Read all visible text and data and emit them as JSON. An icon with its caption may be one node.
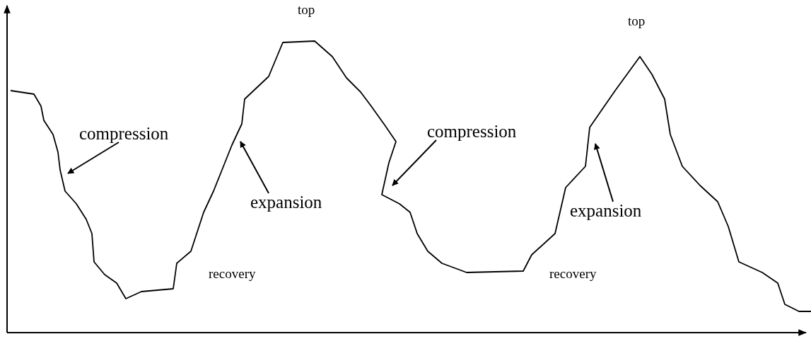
{
  "diagram": {
    "nodes": [
      {
        "text": [
          "compression"
        ]
      },
      {
        "text": [
          "expansion"
        ]
      },
      {
        "text": [
          "compression"
        ]
      },
      {
        "text": [
          "expansion"
        ]
      }
    ],
    "edges": [
      {
        "from": 0,
        "to": null,
        "arrow": "to"
      },
      {
        "from": 1,
        "to": null,
        "arrow": "to"
      },
      {
        "from": 2,
        "to": null,
        "arrow": "to"
      },
      {
        "from": 3,
        "to": null,
        "arrow": "to"
      }
    ],
    "labels": [
      "top",
      "top",
      "recovery",
      "recovery"
    ]
  }
}
